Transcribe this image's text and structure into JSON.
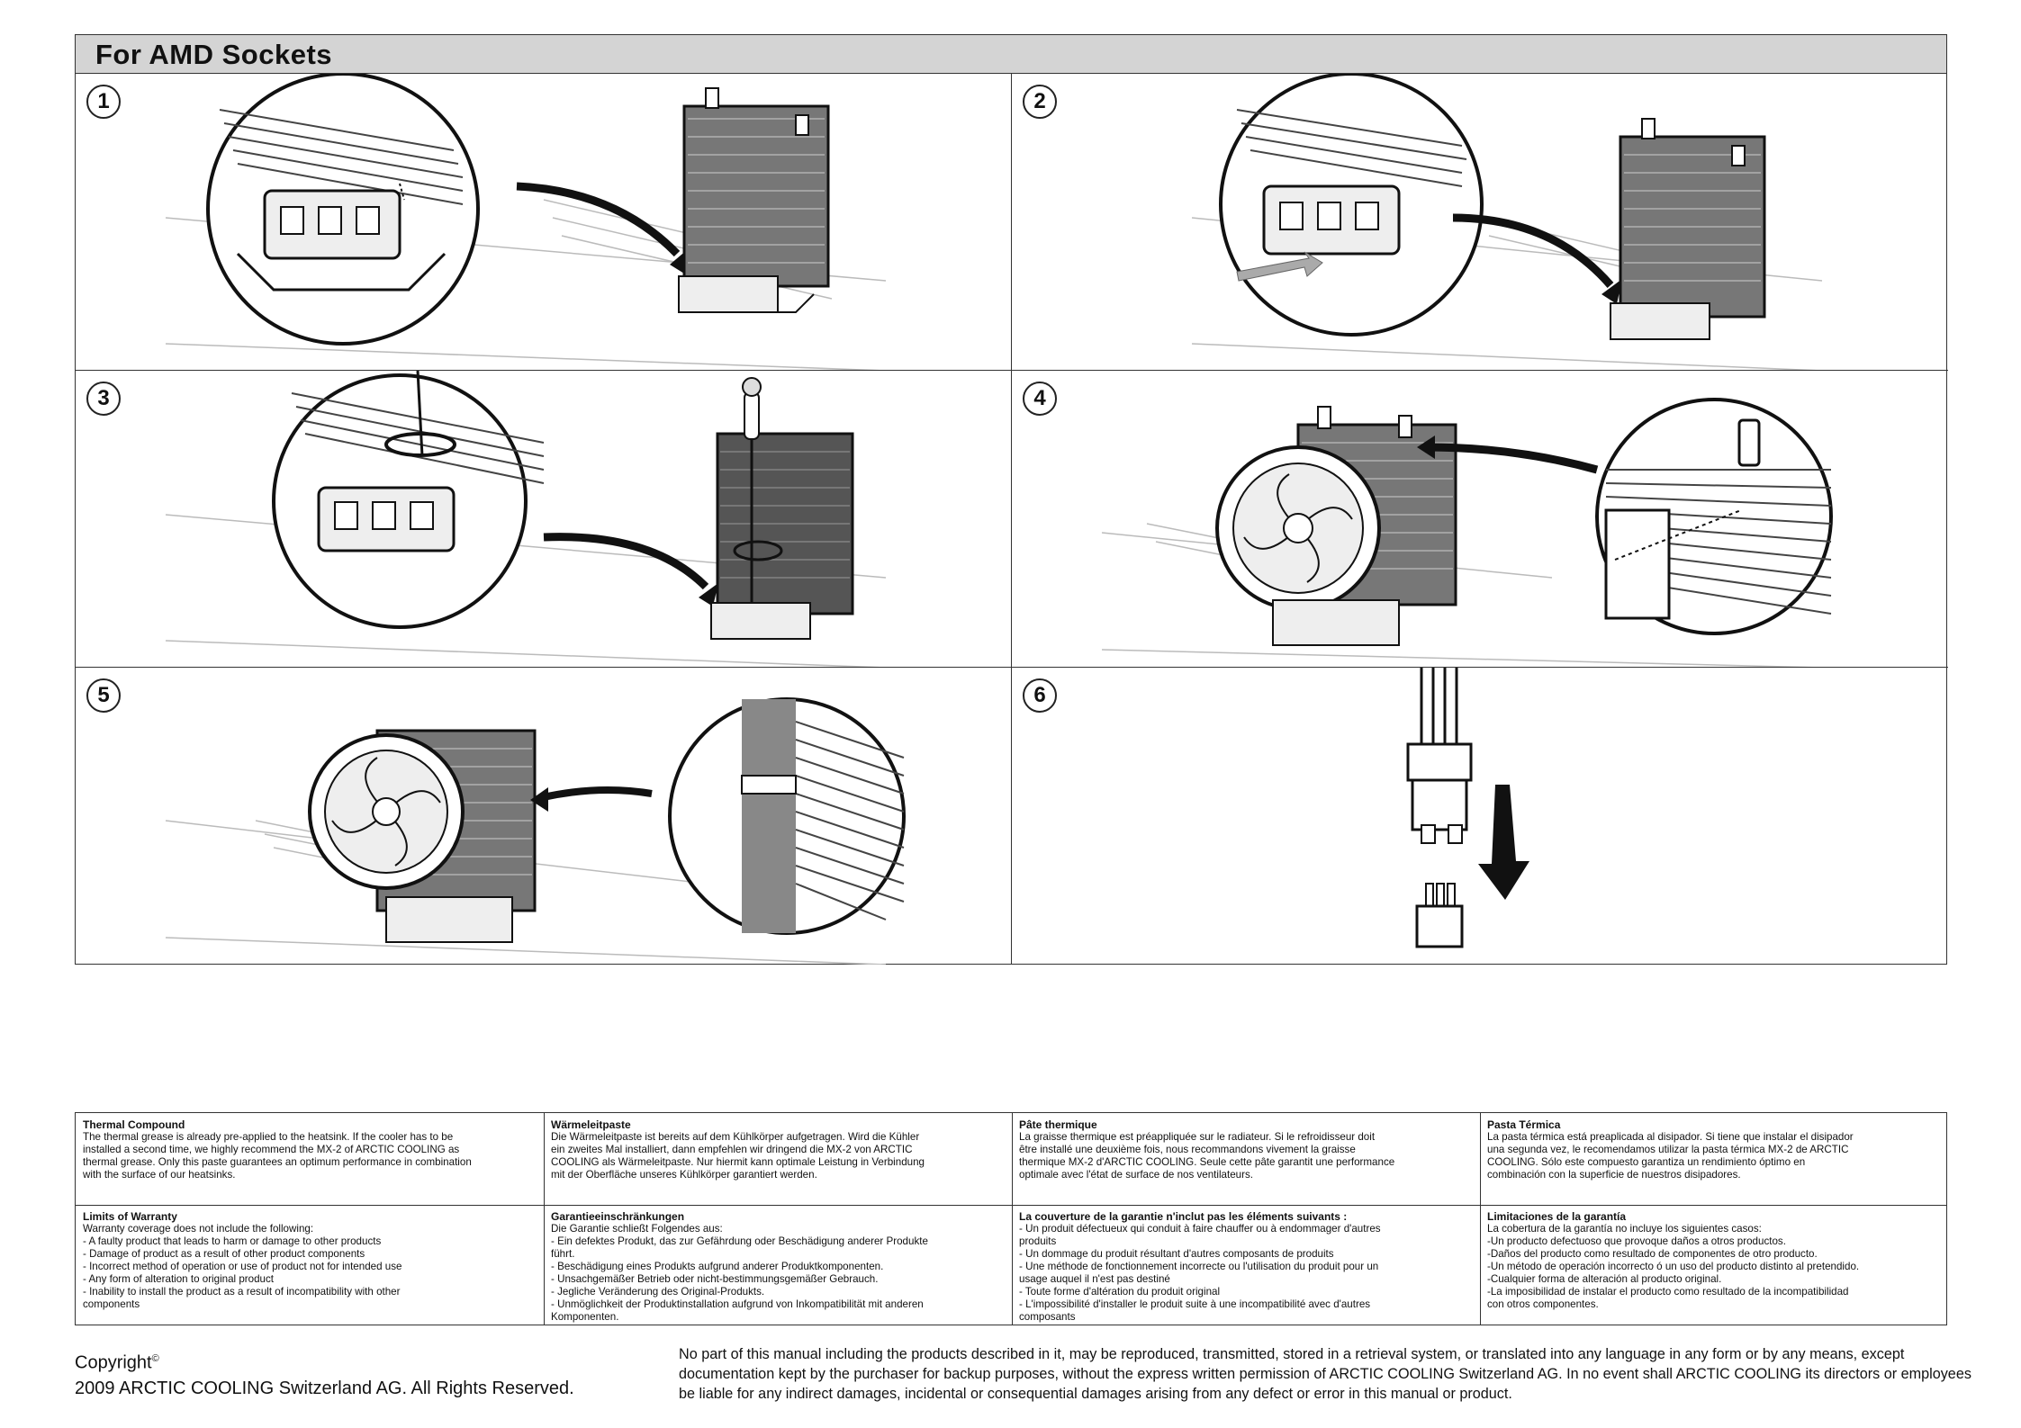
{
  "header": {
    "title": "For AMD Sockets"
  },
  "steps": [
    "1",
    "2",
    "3",
    "4",
    "5",
    "6"
  ],
  "info": {
    "en_thermal": {
      "title": "Thermal Compound",
      "lines": [
        "The thermal grease is already pre-applied to the heatsink. If the cooler has to be",
        "installed a second time, we highly recommend the MX-2 of ARCTIC COOLING as",
        "thermal grease. Only this paste guarantees an optimum performance in combination",
        "with the surface of our heatsinks."
      ]
    },
    "de_thermal": {
      "title": "Wärmeleitpaste",
      "lines": [
        "Die Wärmeleitpaste ist bereits auf dem Kühlkörper aufgetragen. Wird die Kühler",
        "ein zweites Mal installiert, dann empfehlen wir dringend die MX-2 von ARCTIC",
        "COOLING als Wärmeleitpaste. Nur hiermit kann optimale Leistung in Verbindung",
        "mit der Oberfläche unseres Kühlkörper garantiert werden."
      ]
    },
    "fr_thermal": {
      "title": "Pâte thermique",
      "lines": [
        "La graisse thermique est préappliquée sur le radiateur. Si le refroidisseur doit",
        "être installé une deuxième fois, nous recommandons vivement la graisse",
        "thermique MX-2 d'ARCTIC COOLING. Seule cette pâte garantit une performance",
        "optimale avec l'état de surface de nos ventilateurs."
      ]
    },
    "es_thermal": {
      "title": "Pasta Térmica",
      "lines": [
        "La pasta térmica está preaplicada al disipador. Si tiene que instalar el disipador",
        "una segunda vez, le recomendamos utilizar la pasta térmica MX-2 de ARCTIC",
        "COOLING. Sólo este compuesto garantiza un rendimiento óptimo en",
        "combinación con la superficie de nuestros disipadores."
      ]
    },
    "en_warranty": {
      "title": "Limits of Warranty",
      "lines": [
        "Warranty coverage does not include the following:",
        "- A faulty product that leads to harm or damage to other products",
        "- Damage of product as a result of other product components",
        "- Incorrect method of operation or use of product not for intended use",
        "- Any form of alteration to original product",
        "- Inability to install the product as a result of incompatibility with other",
        "components"
      ]
    },
    "de_warranty": {
      "title": "Garantieeinschränkungen",
      "lines": [
        "Die Garantie schließt Folgendes aus:",
        "- Ein defektes Produkt, das zur Gefährdung oder Beschädigung anderer Produkte",
        "  führt.",
        "- Beschädigung eines Produkts aufgrund anderer Produktkomponenten.",
        "- Unsachgemäßer Betrieb oder nicht-bestimmungsgemäßer Gebrauch.",
        "- Jegliche Veränderung des Original-Produkts.",
        "- Unmöglichkeit der Produktinstallation aufgrund von Inkompatibilität mit anderen",
        "  Komponenten."
      ]
    },
    "fr_warranty": {
      "title": "La couverture de la garantie n'inclut pas les éléments suivants :",
      "lines": [
        "- Un produit défectueux qui conduit à faire chauffer ou à endommager d'autres",
        "  produits",
        "- Un dommage du produit résultant d'autres composants de produits",
        "- Une méthode de fonctionnement incorrecte ou l'utilisation du produit pour un",
        "  usage auquel il n'est pas destiné",
        "- Toute forme d'altération du produit original",
        "- L'impossibilité d'installer le produit suite à une incompatibilité avec d'autres",
        "  composants"
      ]
    },
    "es_warranty": {
      "title": "Limitaciones de la garantía",
      "lines": [
        "La cobertura de la garantía no incluye los siguientes casos:",
        "-Un producto defectuoso que provoque daños a otros productos.",
        "-Daños del producto como resultado de componentes de otro producto.",
        "-Un método de operación incorrecto ó un uso del producto distinto al pretendido.",
        "-Cualquier forma de alteración al producto original.",
        "-La imposibilidad de instalar el producto como resultado de la incompatibilidad",
        "  con otros componentes."
      ]
    }
  },
  "copyright": {
    "label": "Copyright",
    "mark": "©",
    "line2": "2009 ARCTIC COOLING Switzerland AG. All Rights Reserved."
  },
  "legal": {
    "lines": [
      "No part of this manual including the products described in it, may be reproduced, transmitted, stored in a retrieval system, or translated into any language in any form or by any means, except",
      "documentation kept by the purchaser for backup purposes, without the express written permission of ARCTIC COOLING Switzerland AG. In no event shall ARCTIC COOLING its directors or employees",
      "be liable for any indirect damages, incidental or consequential damages arising from any defect or error in this manual or product."
    ]
  }
}
